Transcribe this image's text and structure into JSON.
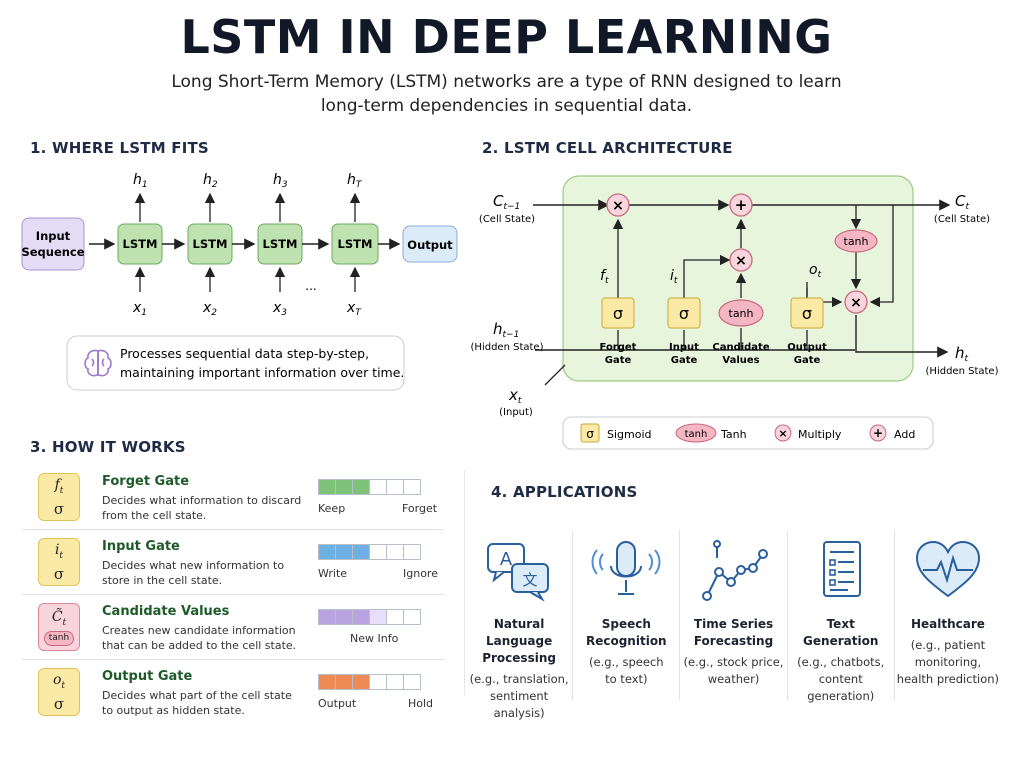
{
  "title": "LSTM IN DEEP LEARNING",
  "subtitle_line1": "Long Short-Term Memory (LSTM) networks are a type of RNN designed to learn",
  "subtitle_line2": "long-term dependencies in sequential data.",
  "sections": {
    "s1": "1.  WHERE LSTM FITS",
    "s2": "2.  LSTM CELL ARCHITECTURE",
    "s3": "3.  HOW IT WORKS",
    "s4": "4.  APPLICATIONS"
  },
  "fits": {
    "input_line1": "Input",
    "input_line2": "Sequence",
    "cell_label": "LSTM",
    "output_label": "Output",
    "ellipsis": "...",
    "outputs": [
      "h1",
      "h2",
      "h3",
      "hT"
    ],
    "inputs": [
      "x1",
      "x2",
      "x3",
      "xT"
    ],
    "note_line1": "Processes sequential data step-by-step,",
    "note_line2": "maintaining important information over time."
  },
  "cell": {
    "c_prev": "Ct−1",
    "c_prev_sub": "(Cell State)",
    "c_next": "Ct",
    "c_next_sub": "(Cell State)",
    "h_prev": "ht−1",
    "h_prev_sub": "(Hidden State)",
    "h_next": "ht",
    "h_next_sub": "(Hidden State)",
    "x_in": "xt",
    "x_in_sub": "(Input)",
    "multiply": "×",
    "add": "+",
    "sigma": "σ",
    "tanh": "tanh",
    "ft": "ft",
    "it": "it",
    "ot": "ot",
    "gates": [
      {
        "line1": "Forget",
        "line2": "Gate"
      },
      {
        "line1": "Input",
        "line2": "Gate"
      },
      {
        "line1": "Candidate",
        "line2": "Values"
      },
      {
        "line1": "Output",
        "line2": "Gate"
      }
    ],
    "legend": {
      "sigmoid": "Sigmoid",
      "tanh": "Tanh",
      "multiply": "Multiply",
      "add": "Add"
    }
  },
  "how": [
    {
      "sym": "ft",
      "op": "σ",
      "name": "Forget Gate",
      "desc": "Decides what information to discard from the cell state.",
      "left": "Keep",
      "right": "Forget",
      "fill": 3,
      "color": "#7fc27a"
    },
    {
      "sym": "it",
      "op": "σ",
      "name": "Input Gate",
      "desc": "Decides what new information to store in the cell state.",
      "left": "Write",
      "right": "Ignore",
      "fill": 3,
      "color": "#6fb0e3"
    },
    {
      "sym": "C̃t",
      "op": "tanh",
      "name": "Candidate Values",
      "desc": "Creates new candidate information that can be added to the cell state.",
      "center": "New Info",
      "fill": 3,
      "color": "#b9a3e0"
    },
    {
      "sym": "ot",
      "op": "σ",
      "name": "Output Gate",
      "desc": "Decides what part of the cell state to output as hidden state.",
      "left": "Output",
      "right": "Hold",
      "fill": 3,
      "color": "#ee8a55"
    }
  ],
  "apps": [
    {
      "icon": "translate-icon",
      "name1": "Natural Language",
      "name2": "Processing",
      "d1": "(e.g., translation,",
      "d2": "sentiment analysis)"
    },
    {
      "icon": "microphone-icon",
      "name1": "Speech",
      "name2": "Recognition",
      "d1": "(e.g., speech",
      "d2": "to text)"
    },
    {
      "icon": "line-chart-icon",
      "name1": "Time Series",
      "name2": "Forecasting",
      "d1": "(e.g., stock price,",
      "d2": "weather)"
    },
    {
      "icon": "document-icon",
      "name1": "Text",
      "name2": "Generation",
      "d1": "(e.g., chatbots,",
      "d2": "content generation)"
    },
    {
      "icon": "heart-pulse-icon",
      "name1": "Healthcare",
      "name2": "",
      "d1": "(e.g., patient",
      "d2": "monitoring,",
      "d3": "health prediction)"
    }
  ],
  "colors": {
    "lstm_green": "#bfe3b0",
    "gate_yellow": "#fbe9a6",
    "tanh_pink": "#f4b6c3",
    "cell_bg": "#e7f5dc",
    "output_blue": "#dcebf8",
    "input_purple": "#e4dcf5"
  }
}
